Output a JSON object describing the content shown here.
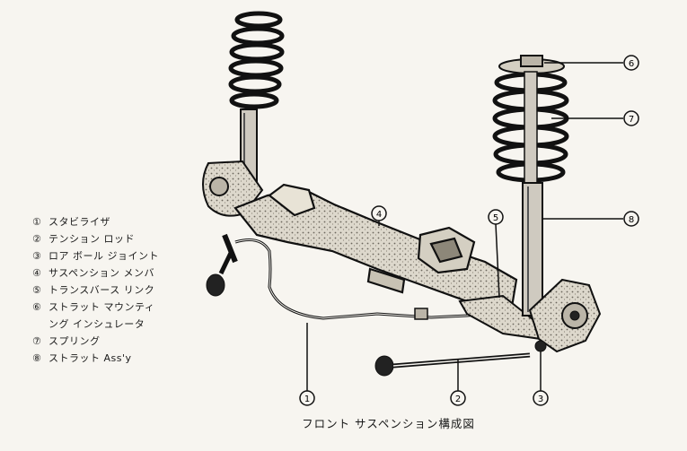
{
  "legend": [
    {
      "num": "①",
      "label": "スタビライザ"
    },
    {
      "num": "②",
      "label": "テンション ロッド"
    },
    {
      "num": "③",
      "label": "ロア ボール ジョイント"
    },
    {
      "num": "④",
      "label": "サスペンション メンバ"
    },
    {
      "num": "⑤",
      "label": "トランスバース リンク"
    },
    {
      "num": "⑥",
      "label": "ストラット マウンティ",
      "cont": "ング インシュレータ"
    },
    {
      "num": "⑦",
      "label": "スプリング"
    },
    {
      "num": "⑧",
      "label": "ストラット Ass'y"
    }
  ],
  "callouts": [
    "1",
    "2",
    "3",
    "4",
    "5",
    "6",
    "7",
    "8"
  ],
  "caption": "フロント サスペンション構成図"
}
